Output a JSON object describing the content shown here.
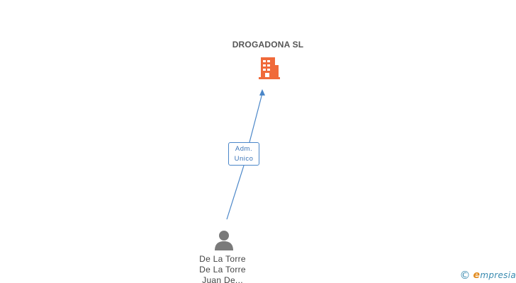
{
  "company": {
    "name": "DROGADONA SL",
    "icon": "building-icon",
    "color": "#f06a3a"
  },
  "relation": {
    "role_line1": "Adm.",
    "role_line2": "Unico",
    "line_color": "#4a86c8"
  },
  "person": {
    "icon": "person-icon",
    "name_line1": "De La Torre",
    "name_line2": "De La Torre",
    "name_line3": "Juan De...",
    "icon_color": "#7a7a7a"
  },
  "watermark": {
    "symbol": "©",
    "brand_initial": "e",
    "brand_rest": "mpresia"
  }
}
